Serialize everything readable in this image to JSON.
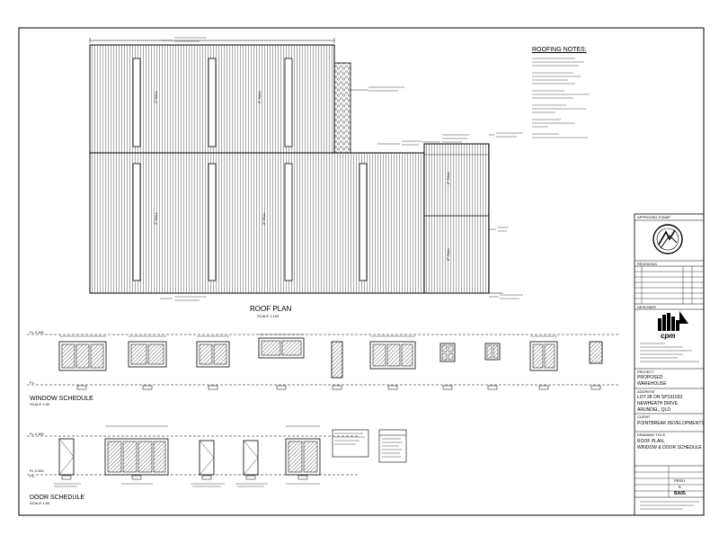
{
  "drawing": {
    "roof_plan": {
      "title": "ROOF PLAN",
      "scale": "SCALE 1:100",
      "slope_label": "2° FALL"
    },
    "roofing_notes": {
      "heading": "ROOFING NOTES:"
    },
    "window_schedule": {
      "title": "WINDOW SCHEDULE",
      "scale": "SCALE 1:50",
      "level_top": "FL 3.100",
      "level_bottom": "F.L."
    },
    "door_schedule": {
      "title": "DOOR SCHEDULE",
      "scale": "SCALE 1:50",
      "level_top": "FL 2.100",
      "level_bottom": "FL 0.000",
      "level_bottom_sub": "F.L."
    },
    "title_block": {
      "approval_stamp": "APPROVED STAMP",
      "revisions": "REVISIONS",
      "designer": "DESIGNER",
      "project_label": "PROJECT",
      "project_line1": "PROPOSED",
      "project_line2": "WAREHOUSE",
      "address_label": "ADDRESS",
      "address_line1": "LOT 28 ON SP191033",
      "address_line2": "NEWHEATH DRIVE",
      "address_line3": "ARUNDEL, QLD",
      "client_label": "CLIENT",
      "client_name": "POINTBREAK DEVELOPMENTS",
      "drawing_title_label": "DRAWING TITLE",
      "drawing_title_line1": "ROOF PLAN,",
      "drawing_title_line2": "WINDOW & DOOR SCHEDULE",
      "drawing_number": "PR001",
      "revision": "B",
      "sheet_id": "BA05"
    }
  }
}
